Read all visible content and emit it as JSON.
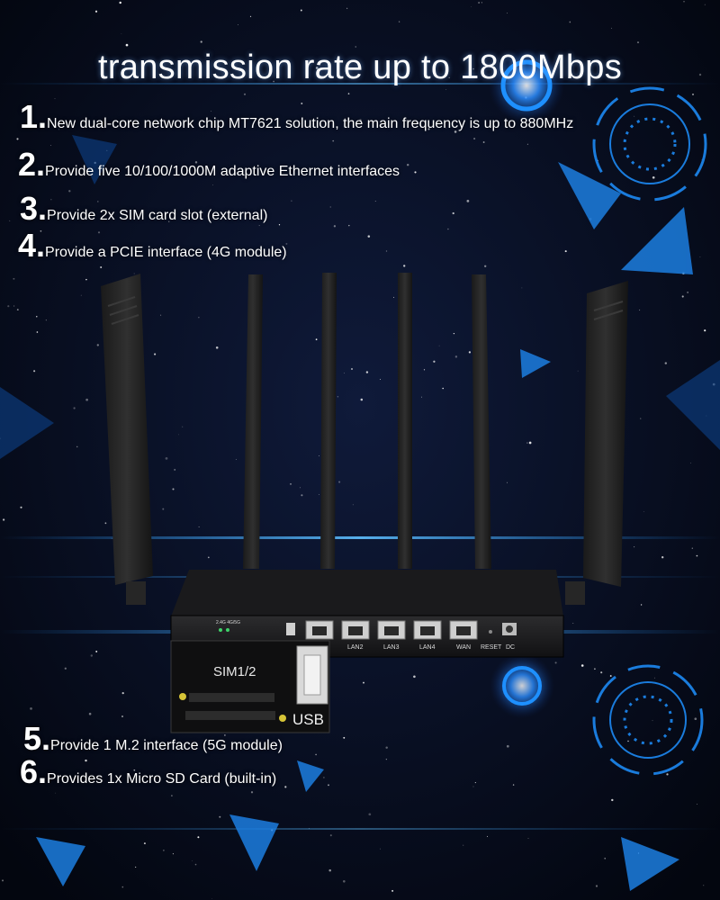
{
  "headline": "transmission rate up to 1800Mbps",
  "features": [
    {
      "num": "1.",
      "text": "New dual-core network chip MT7621 solution, the main frequency is up to 880MHz"
    },
    {
      "num": "2.",
      "text": "Provide five 10/100/1000M adaptive Ethernet interfaces"
    },
    {
      "num": "3.",
      "text": "Provide 2x SIM card slot (external)"
    },
    {
      "num": "4.",
      "text": "Provide a PCIE interface (4G module)"
    },
    {
      "num": "5.",
      "text": "Provide 1 M.2 interface (5G module)"
    },
    {
      "num": "6.",
      "text": "Provides 1x Micro SD Card (built-in)"
    }
  ],
  "router": {
    "ports": [
      "LAN2",
      "LAN3",
      "LAN4",
      "WAN"
    ],
    "reset_label": "RESET",
    "dc_label": "DC",
    "led_label": "2.4G 4G/5G",
    "sim_label": "SIM1/2",
    "usb_label": "USB"
  },
  "colors": {
    "accent": "#1e90ff",
    "background": "#05091a",
    "text": "#ffffff"
  }
}
